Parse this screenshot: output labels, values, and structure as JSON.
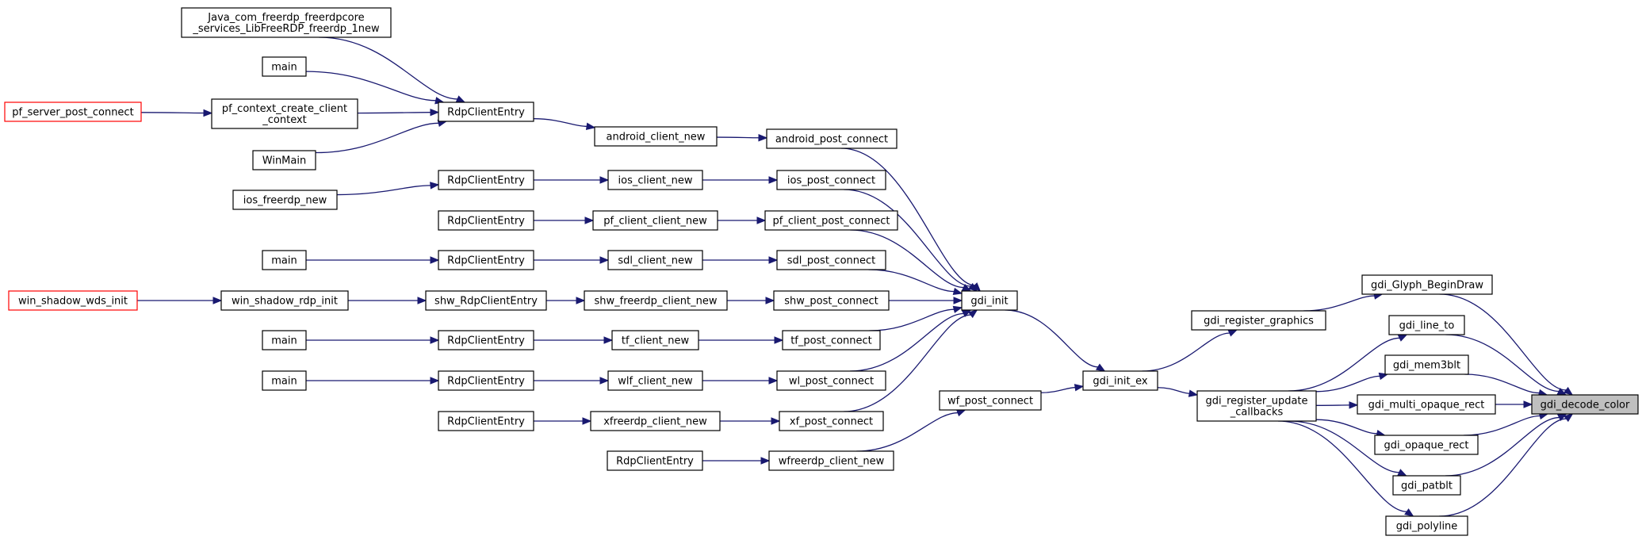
{
  "graph": {
    "edge_color": "#191970",
    "highlight_border_color": "#ff0000",
    "target_fill_color": "#bfbfbf",
    "nodes": [
      {
        "id": "java",
        "lines": [
          "Java_com_freerdp_freerdpcore",
          "_services_LibFreeRDP_freerdp_1new"
        ]
      },
      {
        "id": "main1",
        "lines": [
          "main"
        ]
      },
      {
        "id": "pf_server",
        "lines": [
          "pf_server_post_connect"
        ],
        "highlight": true
      },
      {
        "id": "pf_ctx",
        "lines": [
          "pf_context_create_client",
          "_context"
        ]
      },
      {
        "id": "winmain",
        "lines": [
          "WinMain"
        ]
      },
      {
        "id": "ios_new",
        "lines": [
          "ios_freerdp_new"
        ]
      },
      {
        "id": "main2",
        "lines": [
          "main"
        ]
      },
      {
        "id": "win_wds",
        "lines": [
          "win_shadow_wds_init"
        ],
        "highlight": true
      },
      {
        "id": "main3",
        "lines": [
          "main"
        ]
      },
      {
        "id": "main4",
        "lines": [
          "main"
        ]
      },
      {
        "id": "rce_a",
        "lines": [
          "RdpClientEntry"
        ]
      },
      {
        "id": "rce_b",
        "lines": [
          "RdpClientEntry"
        ]
      },
      {
        "id": "rce_c",
        "lines": [
          "RdpClientEntry"
        ]
      },
      {
        "id": "rce_d",
        "lines": [
          "RdpClientEntry"
        ]
      },
      {
        "id": "win_rdp",
        "lines": [
          "win_shadow_rdp_init"
        ]
      },
      {
        "id": "shw_rce",
        "lines": [
          "shw_RdpClientEntry"
        ]
      },
      {
        "id": "rce_e",
        "lines": [
          "RdpClientEntry"
        ]
      },
      {
        "id": "rce_f",
        "lines": [
          "RdpClientEntry"
        ]
      },
      {
        "id": "rce_g",
        "lines": [
          "RdpClientEntry"
        ]
      },
      {
        "id": "rce_h",
        "lines": [
          "RdpClientEntry"
        ]
      },
      {
        "id": "android_cn",
        "lines": [
          "android_client_new"
        ]
      },
      {
        "id": "ios_cn",
        "lines": [
          "ios_client_new"
        ]
      },
      {
        "id": "pf_cn",
        "lines": [
          "pf_client_client_new"
        ]
      },
      {
        "id": "sdl_cn",
        "lines": [
          "sdl_client_new"
        ]
      },
      {
        "id": "shw_fcn",
        "lines": [
          "shw_freerdp_client_new"
        ]
      },
      {
        "id": "tf_cn",
        "lines": [
          "tf_client_new"
        ]
      },
      {
        "id": "wlf_cn",
        "lines": [
          "wlf_client_new"
        ]
      },
      {
        "id": "xf_cn",
        "lines": [
          "xfreerdp_client_new"
        ]
      },
      {
        "id": "android_pc",
        "lines": [
          "android_post_connect"
        ]
      },
      {
        "id": "ios_pc",
        "lines": [
          "ios_post_connect"
        ]
      },
      {
        "id": "pf_pc",
        "lines": [
          "pf_client_post_connect"
        ]
      },
      {
        "id": "sdl_pc",
        "lines": [
          "sdl_post_connect"
        ]
      },
      {
        "id": "shw_pc",
        "lines": [
          "shw_post_connect"
        ]
      },
      {
        "id": "tf_pc",
        "lines": [
          "tf_post_connect"
        ]
      },
      {
        "id": "wl_pc",
        "lines": [
          "wl_post_connect"
        ]
      },
      {
        "id": "xf_pc",
        "lines": [
          "xf_post_connect"
        ]
      },
      {
        "id": "wf_cn",
        "lines": [
          "wfreerdp_client_new"
        ]
      },
      {
        "id": "gdi_init",
        "lines": [
          "gdi_init"
        ]
      },
      {
        "id": "wf_pc",
        "lines": [
          "wf_post_connect"
        ]
      },
      {
        "id": "gdi_init_ex",
        "lines": [
          "gdi_init_ex"
        ]
      },
      {
        "id": "gdi_rg",
        "lines": [
          "gdi_register_graphics"
        ]
      },
      {
        "id": "gdi_ruc",
        "lines": [
          "gdi_register_update",
          "_callbacks"
        ]
      },
      {
        "id": "glyph",
        "lines": [
          "gdi_Glyph_BeginDraw"
        ]
      },
      {
        "id": "line_to",
        "lines": [
          "gdi_line_to"
        ]
      },
      {
        "id": "mem3blt",
        "lines": [
          "gdi_mem3blt"
        ]
      },
      {
        "id": "multi",
        "lines": [
          "gdi_multi_opaque_rect"
        ]
      },
      {
        "id": "opaque",
        "lines": [
          "gdi_opaque_rect"
        ]
      },
      {
        "id": "patblt",
        "lines": [
          "gdi_patblt"
        ]
      },
      {
        "id": "polyline",
        "lines": [
          "gdi_polyline"
        ]
      },
      {
        "id": "decode",
        "lines": [
          "gdi_decode_color"
        ],
        "target": true
      }
    ],
    "edges": [
      [
        "java",
        "rce_a"
      ],
      [
        "main1",
        "rce_a"
      ],
      [
        "pf_ctx",
        "rce_a"
      ],
      [
        "winmain",
        "rce_a"
      ],
      [
        "pf_server",
        "pf_ctx"
      ],
      [
        "rce_a",
        "android_cn"
      ],
      [
        "android_cn",
        "android_pc"
      ],
      [
        "android_pc",
        "gdi_init"
      ],
      [
        "ios_new",
        "rce_b"
      ],
      [
        "rce_b",
        "ios_cn"
      ],
      [
        "ios_cn",
        "ios_pc"
      ],
      [
        "ios_pc",
        "gdi_init"
      ],
      [
        "rce_c",
        "pf_cn"
      ],
      [
        "pf_cn",
        "pf_pc"
      ],
      [
        "pf_pc",
        "gdi_init"
      ],
      [
        "main2",
        "rce_d"
      ],
      [
        "rce_d",
        "sdl_cn"
      ],
      [
        "sdl_cn",
        "sdl_pc"
      ],
      [
        "sdl_pc",
        "gdi_init"
      ],
      [
        "win_wds",
        "win_rdp"
      ],
      [
        "win_rdp",
        "shw_rce"
      ],
      [
        "shw_rce",
        "shw_fcn"
      ],
      [
        "shw_fcn",
        "shw_pc"
      ],
      [
        "shw_pc",
        "gdi_init"
      ],
      [
        "main3",
        "rce_e"
      ],
      [
        "rce_e",
        "tf_cn"
      ],
      [
        "tf_cn",
        "tf_pc"
      ],
      [
        "tf_pc",
        "gdi_init"
      ],
      [
        "main4",
        "rce_f"
      ],
      [
        "rce_f",
        "wlf_cn"
      ],
      [
        "wlf_cn",
        "wl_pc"
      ],
      [
        "wl_pc",
        "gdi_init"
      ],
      [
        "rce_g",
        "xf_cn"
      ],
      [
        "xf_cn",
        "xf_pc"
      ],
      [
        "xf_pc",
        "gdi_init"
      ],
      [
        "rce_h",
        "wf_cn"
      ],
      [
        "wf_cn",
        "wf_pc"
      ],
      [
        "gdi_init",
        "gdi_init_ex"
      ],
      [
        "wf_pc",
        "gdi_init_ex"
      ],
      [
        "gdi_init_ex",
        "gdi_rg"
      ],
      [
        "gdi_init_ex",
        "gdi_ruc"
      ],
      [
        "gdi_rg",
        "glyph"
      ],
      [
        "gdi_ruc",
        "line_to"
      ],
      [
        "gdi_ruc",
        "mem3blt"
      ],
      [
        "gdi_ruc",
        "multi"
      ],
      [
        "gdi_ruc",
        "opaque"
      ],
      [
        "gdi_ruc",
        "patblt"
      ],
      [
        "gdi_ruc",
        "polyline"
      ],
      [
        "glyph",
        "decode"
      ],
      [
        "line_to",
        "decode"
      ],
      [
        "mem3blt",
        "decode"
      ],
      [
        "multi",
        "decode"
      ],
      [
        "opaque",
        "decode"
      ],
      [
        "patblt",
        "decode"
      ],
      [
        "polyline",
        "decode"
      ]
    ]
  }
}
